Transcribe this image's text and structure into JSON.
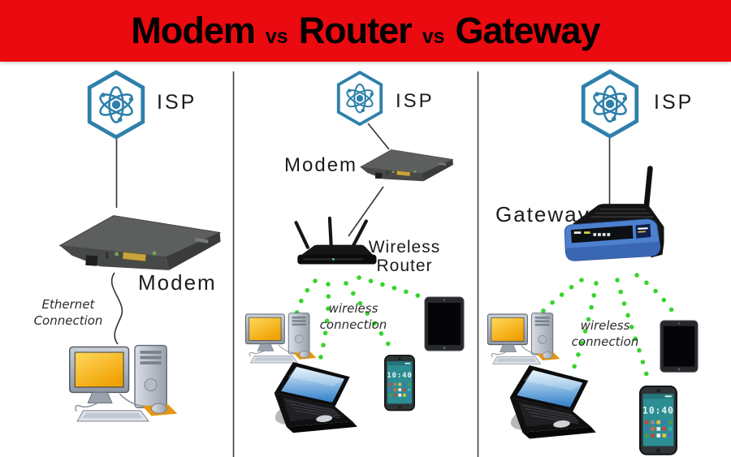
{
  "title": {
    "word1": "Modem",
    "separator1": "vs",
    "word2": "Router",
    "separator2": "vs",
    "word3": "Gateway"
  },
  "panels": {
    "modem": {
      "isp_label": "ISP",
      "device_label": "Modem",
      "connection_label_line1": "Ethernet",
      "connection_label_line2": "Connection"
    },
    "router": {
      "isp_label": "ISP",
      "modem_label": "Modem",
      "device_label_line1": "Wireless",
      "device_label_line2": "Router",
      "connection_label_line1": "wireless",
      "connection_label_line2": "connection"
    },
    "gateway": {
      "isp_label": "ISP",
      "device_label": "Gateway",
      "connection_label_line1": "wireless",
      "connection_label_line2": "connection"
    }
  },
  "devices": {
    "phone_clock": "10:40"
  },
  "colors": {
    "banner_red": "#ea0a0f",
    "isp_blue": "#2e80ab",
    "wireless_dot_green": "#35d42c",
    "gateway_blue": "#4d80cf",
    "monitor_screen_orange": "#f0a000",
    "laptop_screen_blue": "#2e7ec9"
  }
}
